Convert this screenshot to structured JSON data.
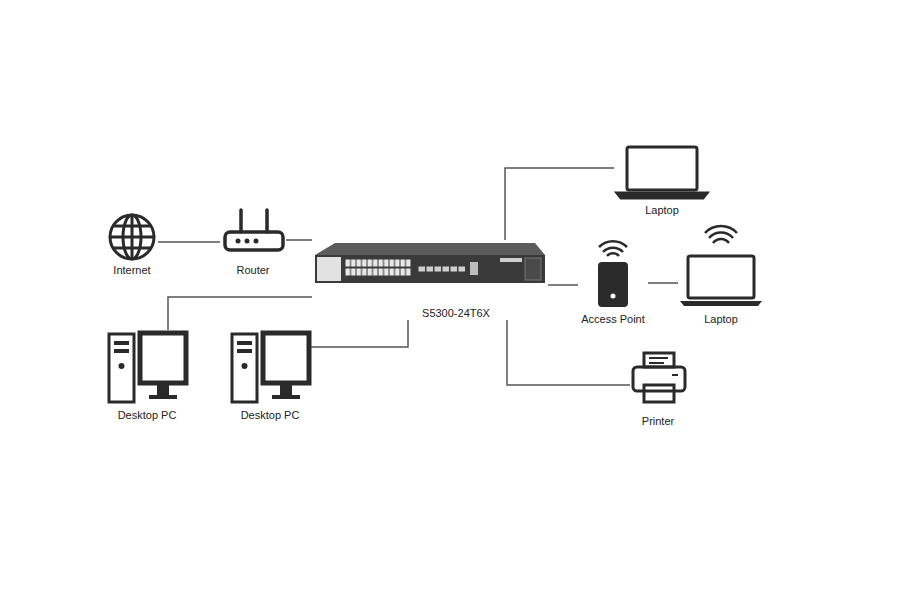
{
  "diagram": {
    "nodes": [
      {
        "text": [
          "Internet"
        ]
      },
      {
        "text": [
          "Router"
        ]
      },
      {
        "text": [
          "S5300-24T6X"
        ]
      },
      {
        "text": [
          "Laptop"
        ]
      },
      {
        "text": [
          "Access Point"
        ]
      },
      {
        "text": [
          "Laptop"
        ]
      },
      {
        "text": [
          "Printer"
        ]
      },
      {
        "text": [
          "Desktop PC"
        ]
      },
      {
        "text": [
          "Desktop PC"
        ]
      }
    ],
    "edges": [
      {
        "from": 0,
        "to": 1,
        "arrow": "none"
      },
      {
        "from": 1,
        "to": 2,
        "arrow": "none"
      },
      {
        "from": 2,
        "to": 3,
        "arrow": "none"
      },
      {
        "from": 2,
        "to": 4,
        "arrow": "none"
      },
      {
        "from": 4,
        "to": 5,
        "arrow": "none"
      },
      {
        "from": 2,
        "to": 6,
        "arrow": "none"
      },
      {
        "from": 2,
        "to": 7,
        "arrow": "none"
      },
      {
        "from": 2,
        "to": 8,
        "arrow": "none"
      }
    ]
  }
}
